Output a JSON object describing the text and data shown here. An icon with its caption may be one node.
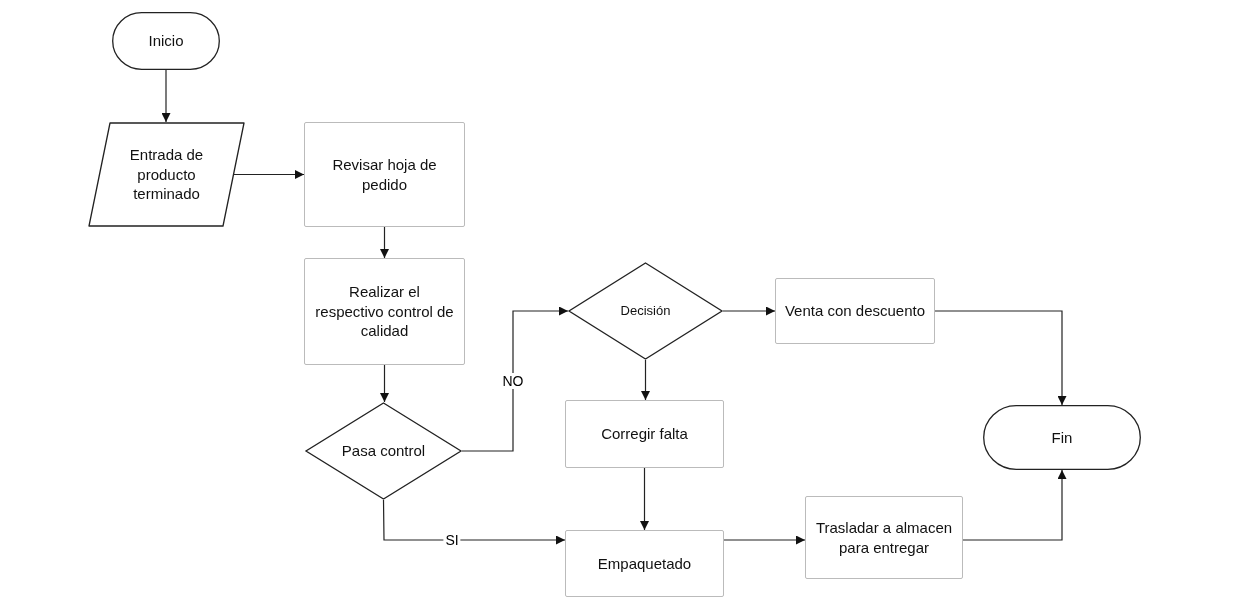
{
  "diagram": {
    "nodes": [
      {
        "text": [
          "Inicio"
        ]
      },
      {
        "text": [
          "Entrada de producto terminado"
        ]
      },
      {
        "text": [
          "Revisar hoja de pedido"
        ]
      },
      {
        "text": [
          "Realizar el respectivo control de calidad"
        ]
      },
      {
        "text": [
          "Pasa control"
        ]
      },
      {
        "text": [
          "Decisión"
        ]
      },
      {
        "text": [
          "Venta con descuento"
        ]
      },
      {
        "text": [
          "Corregir falta"
        ]
      },
      {
        "text": [
          "Fin"
        ]
      },
      {
        "text": [
          "Empaquetado"
        ]
      },
      {
        "text": [
          "Trasladar a almacen para entregar"
        ]
      }
    ],
    "edges": [
      {
        "from": 0,
        "to": 1,
        "arrow": "to"
      },
      {
        "from": 1,
        "to": 2,
        "arrow": "to"
      },
      {
        "from": 2,
        "to": 3,
        "arrow": "to"
      },
      {
        "from": 3,
        "to": 4,
        "arrow": "to"
      },
      {
        "from": 4,
        "to": 5,
        "arrow": "to",
        "label": "NO"
      },
      {
        "from": 4,
        "to": 9,
        "arrow": "to",
        "label": "SI"
      },
      {
        "from": 5,
        "to": 6,
        "arrow": "to"
      },
      {
        "from": 5,
        "to": 7,
        "arrow": "to"
      },
      {
        "from": 6,
        "to": 8,
        "arrow": "to"
      },
      {
        "from": 7,
        "to": 9,
        "arrow": "to"
      },
      {
        "from": 9,
        "to": 10,
        "arrow": "to"
      },
      {
        "from": 10,
        "to": 8,
        "arrow": "to"
      }
    ]
  }
}
